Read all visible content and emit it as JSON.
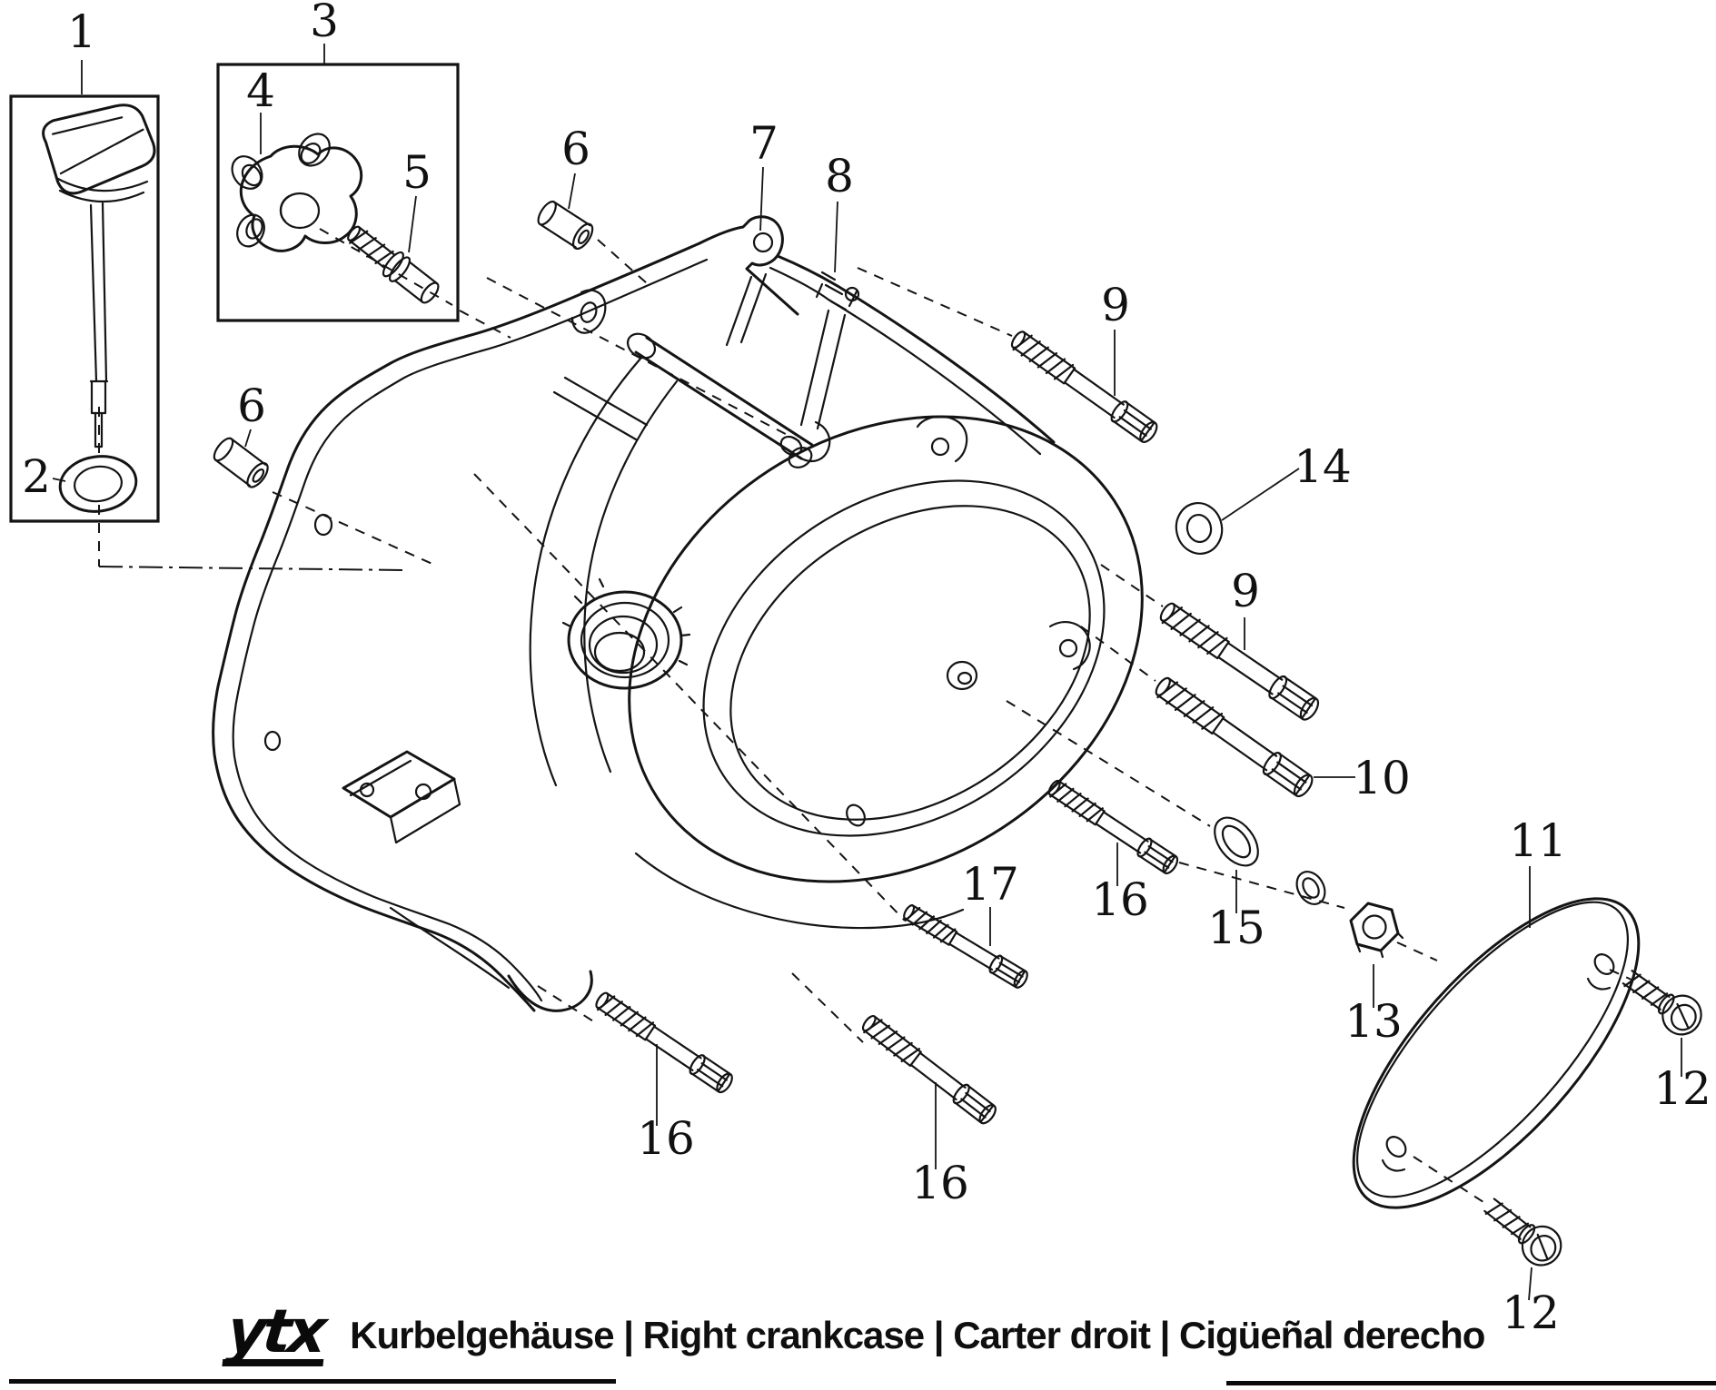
{
  "caption": {
    "logo_text": "ytx",
    "text": "Kurbelgehäuse | Right crankcase | Carter droit | Cigüeñal derecho"
  },
  "labels": [
    {
      "id": "1",
      "text": "1"
    },
    {
      "id": "2",
      "text": "2"
    },
    {
      "id": "3",
      "text": "3"
    },
    {
      "id": "4",
      "text": "4"
    },
    {
      "id": "5",
      "text": "5"
    },
    {
      "id": "6a",
      "text": "6"
    },
    {
      "id": "6b",
      "text": "6"
    },
    {
      "id": "7",
      "text": "7"
    },
    {
      "id": "8",
      "text": "8"
    },
    {
      "id": "9a",
      "text": "9"
    },
    {
      "id": "9b",
      "text": "9"
    },
    {
      "id": "10",
      "text": "10"
    },
    {
      "id": "11",
      "text": "11"
    },
    {
      "id": "12a",
      "text": "12"
    },
    {
      "id": "12b",
      "text": "12"
    },
    {
      "id": "13",
      "text": "13"
    },
    {
      "id": "14",
      "text": "14"
    },
    {
      "id": "15",
      "text": "15"
    },
    {
      "id": "16a",
      "text": "16"
    },
    {
      "id": "16b",
      "text": "16"
    },
    {
      "id": "16c",
      "text": "16"
    },
    {
      "id": "17",
      "text": "17"
    }
  ]
}
